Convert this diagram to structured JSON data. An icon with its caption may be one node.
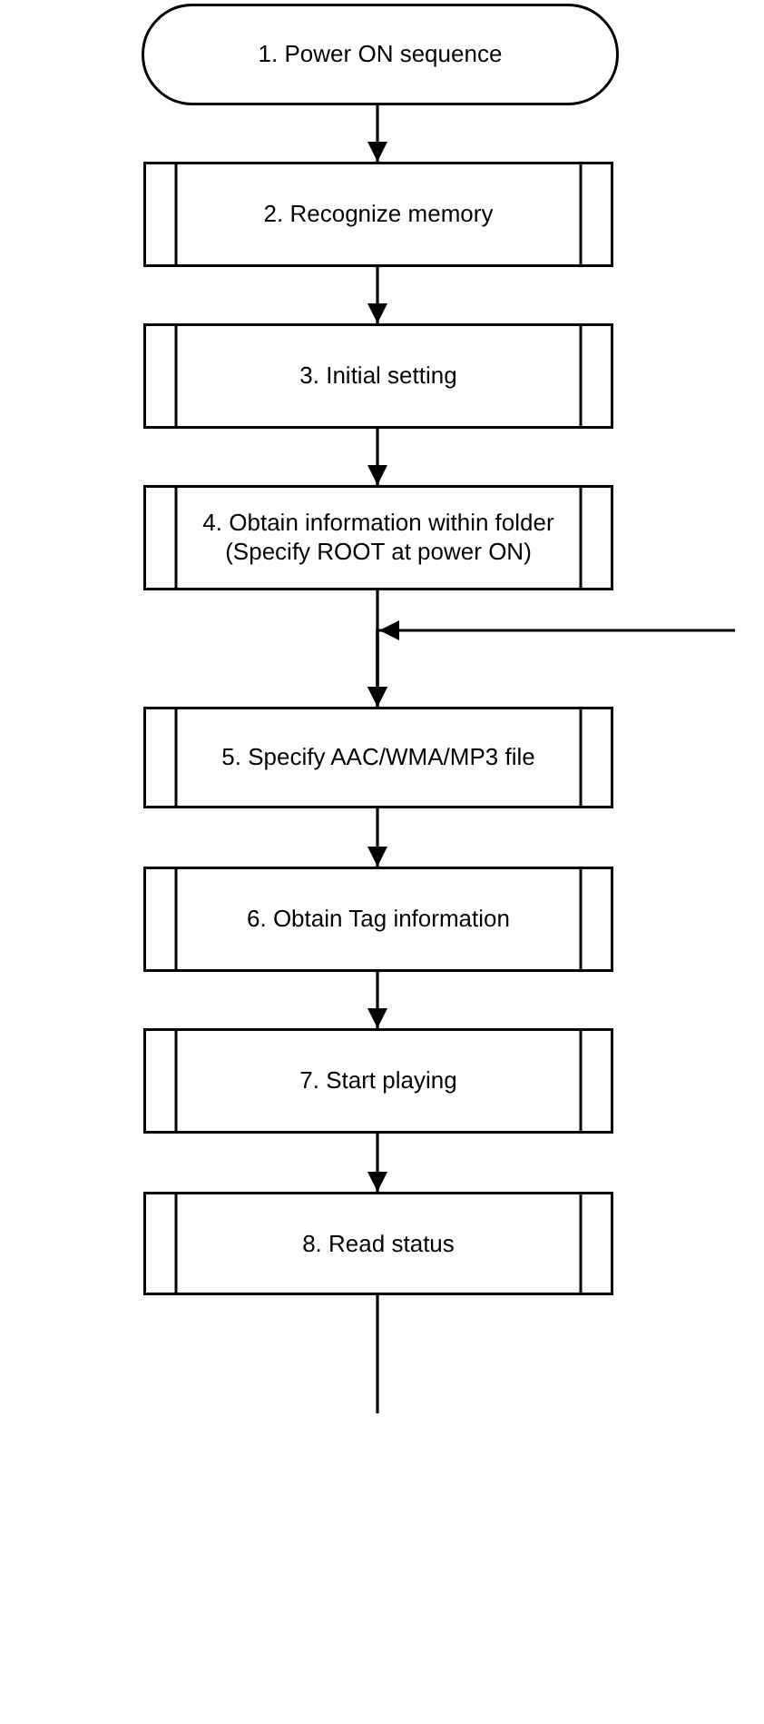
{
  "diagram": {
    "nodes": [
      {
        "text": [
          "1. Power ON sequence"
        ]
      },
      {
        "text": [
          "2. Recognize memory"
        ]
      },
      {
        "text": [
          "3. Initial setting"
        ]
      },
      {
        "text": [
          "4. Obtain information within folder (Specify ROOT at power ON)"
        ]
      },
      {
        "text": [
          "5. Specify AAC/WMA/MP3 file"
        ]
      },
      {
        "text": [
          "6. Obtain Tag information"
        ]
      },
      {
        "text": [
          "7. Start playing"
        ]
      },
      {
        "text": [
          "8. Read status"
        ]
      }
    ],
    "edges": [
      {
        "from": 0,
        "to": 1,
        "arrow": "to"
      },
      {
        "from": 1,
        "to": 2,
        "arrow": "to"
      },
      {
        "from": 2,
        "to": 3,
        "arrow": "to"
      },
      {
        "from": 3,
        "to": 4,
        "arrow": "to"
      },
      {
        "from": null,
        "to": 4,
        "arrow": "to"
      },
      {
        "from": 4,
        "to": 5,
        "arrow": "to"
      },
      {
        "from": 5,
        "to": 6,
        "arrow": "to"
      },
      {
        "from": 6,
        "to": 7,
        "arrow": "to"
      },
      {
        "from": 7,
        "to": null,
        "arrow": "none"
      }
    ]
  }
}
